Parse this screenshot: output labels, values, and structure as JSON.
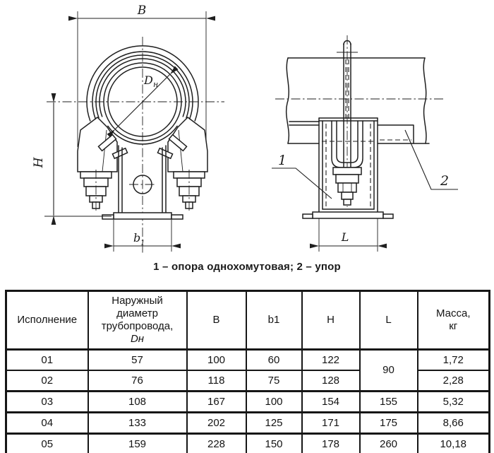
{
  "drawing": {
    "caption": "1 – опора однохомутовая; 2 – упор",
    "dimension_labels": {
      "width": "B",
      "diameter_base": "D",
      "diameter_sub": "н",
      "height": "H",
      "base_width_base": "b",
      "base_width_sub": "1",
      "length": "L"
    },
    "part_labels": {
      "support": "1",
      "stop": "2"
    }
  },
  "table": {
    "headers": {
      "version": "Исполнение",
      "diameter_line1": "Наружный",
      "diameter_line2": "диаметр",
      "diameter_line3": "трубопровода,",
      "diameter_symbol": "Dн",
      "b": "B",
      "b1": "b1",
      "h": "H",
      "l": "L",
      "mass_line1": "Масса,",
      "mass_line2": "кг"
    },
    "rows": [
      {
        "version": "01",
        "diameter": "57",
        "b": "100",
        "b1": "60",
        "h": "122",
        "l": "90",
        "mass": "1,72"
      },
      {
        "version": "02",
        "diameter": "76",
        "b": "118",
        "b1": "75",
        "h": "128",
        "mass": "2,28"
      },
      {
        "version": "03",
        "diameter": "108",
        "b": "167",
        "b1": "100",
        "h": "154",
        "l": "155",
        "mass": "5,32"
      },
      {
        "version": "04",
        "diameter": "133",
        "b": "202",
        "b1": "125",
        "h": "171",
        "l": "175",
        "mass": "8,66"
      },
      {
        "version": "05",
        "diameter": "159",
        "b": "228",
        "b1": "150",
        "h": "178",
        "l": "260",
        "mass": "10,18"
      }
    ]
  }
}
